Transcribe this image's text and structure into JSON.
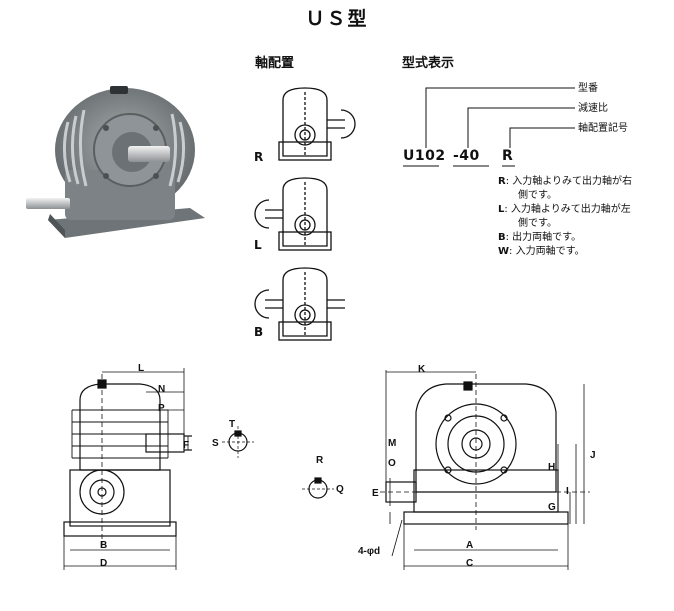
{
  "title": "ＵＳ型",
  "arrangement": {
    "heading": "軸配置",
    "labels": [
      "R",
      "L",
      "B"
    ]
  },
  "model_code": {
    "heading": "型式表示",
    "legend": [
      "型番",
      "減速比",
      "軸配置記号"
    ],
    "code_parts": [
      "U102",
      "-40",
      "R"
    ],
    "descriptions": [
      {
        "key": "R",
        "text": ": 入力軸よりみて出力軸が右",
        "cont": "側です。"
      },
      {
        "key": "L",
        "text": ": 入力軸よりみて出力軸が左",
        "cont": "側です。"
      },
      {
        "key": "B",
        "text": ": 出力両軸です。",
        "cont": ""
      },
      {
        "key": "W",
        "text": ": 入力両軸です。",
        "cont": ""
      }
    ]
  },
  "dimensions": {
    "side_view": [
      "L",
      "N",
      "P",
      "F",
      "B",
      "D"
    ],
    "shaft_detail": [
      "T",
      "S"
    ],
    "key_detail": [
      "R",
      "Q"
    ],
    "front_view": [
      "K",
      "M",
      "O",
      "E",
      "H",
      "G",
      "J",
      "I",
      "A",
      "C"
    ],
    "bolt_note": "4-φd"
  }
}
